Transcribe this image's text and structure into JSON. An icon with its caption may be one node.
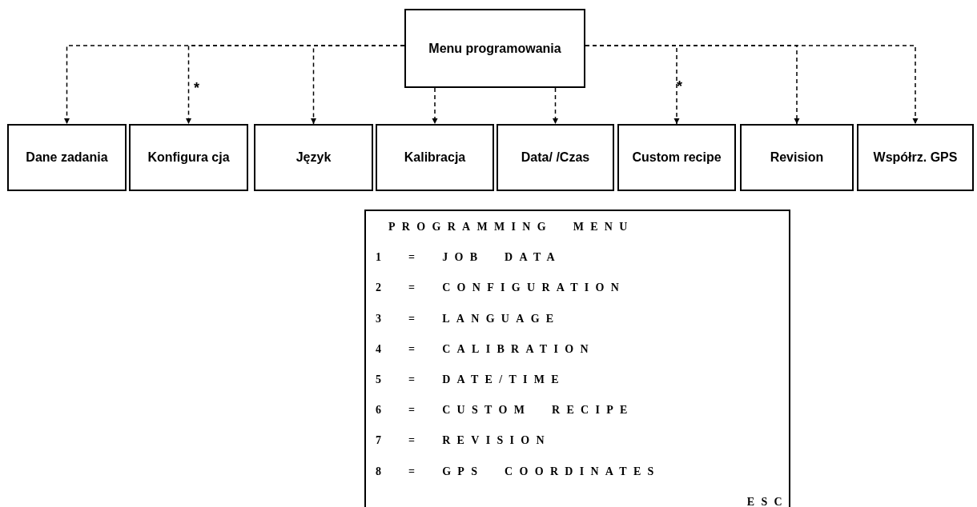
{
  "diagram": {
    "nodes": [
      {
        "text": [
          "Menu programowania"
        ]
      },
      {
        "text": [
          "Dane zadania"
        ]
      },
      {
        "text": [
          "Konfigura cja"
        ]
      },
      {
        "text": [
          "Język"
        ]
      },
      {
        "text": [
          "Kalibracja"
        ]
      },
      {
        "text": [
          "Data/ /Czas"
        ]
      },
      {
        "text": [
          "Custom recipe"
        ]
      },
      {
        "text": [
          "Revision"
        ]
      },
      {
        "text": [
          "Współrz. GPS"
        ]
      },
      {
        "text": [
          "PROGRAMMING MENU",
          "1 = JOB DATA",
          "2 = CONFIGURATION",
          "3 = LANGUAGE",
          "4 = CALIBRATION",
          "5 = DATE/TIME",
          "6 = CUSTOM RECIPE",
          "7 = REVISION",
          "8 = GPS COORDINATES",
          "ESC"
        ]
      }
    ],
    "edges": [
      {
        "from": 0,
        "to": 1,
        "arrow": "to",
        "style": "dashed"
      },
      {
        "from": 0,
        "to": 2,
        "arrow": "to",
        "style": "dashed"
      },
      {
        "from": 0,
        "to": 3,
        "arrow": "to",
        "style": "dashed"
      },
      {
        "from": 0,
        "to": 4,
        "arrow": "to",
        "style": "dashed"
      },
      {
        "from": 0,
        "to": 5,
        "arrow": "to",
        "style": "dashed"
      },
      {
        "from": 0,
        "to": 6,
        "arrow": "to",
        "style": "dashed"
      },
      {
        "from": 0,
        "to": 7,
        "arrow": "to",
        "style": "dashed"
      },
      {
        "from": 0,
        "to": 8,
        "arrow": "to",
        "style": "dashed"
      }
    ],
    "labels": [
      "*",
      "*"
    ]
  }
}
